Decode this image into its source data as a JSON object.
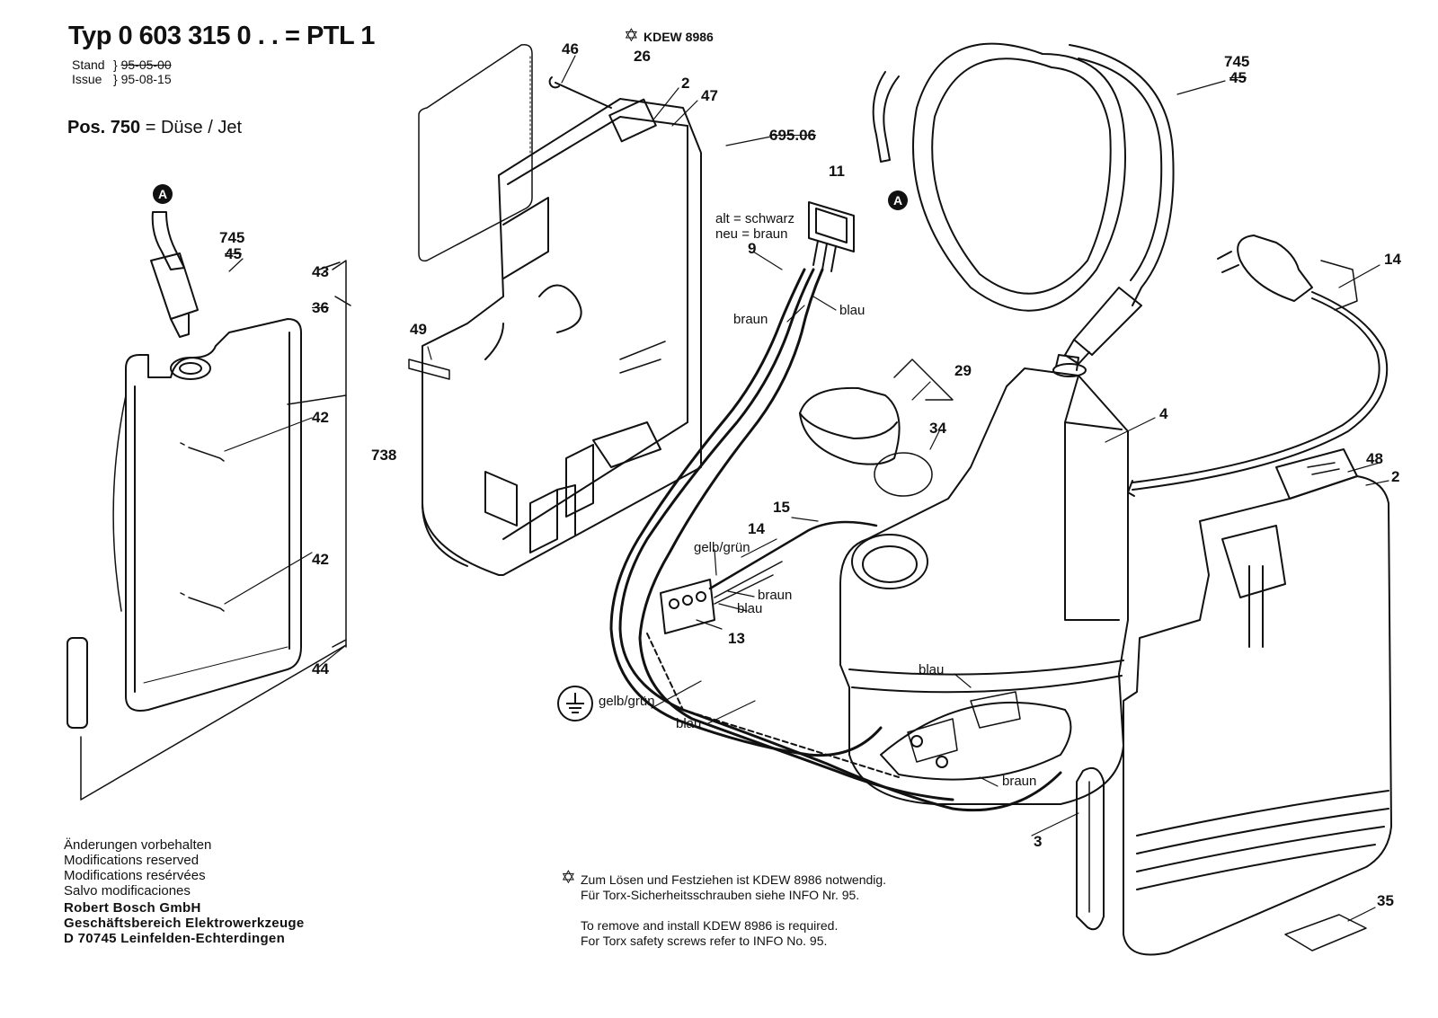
{
  "header": {
    "title": "Typ 0 603 315 0 . .  = PTL 1",
    "stand_label": "Stand",
    "stand_value": "95-05-00",
    "issue_label": "Issue",
    "issue_value": "95-08-15",
    "pos_label": "Pos. 750",
    "pos_value": "= Düse / Jet"
  },
  "callouts": {
    "n46": "46",
    "n26": "26",
    "n2a": "2",
    "n47": "47",
    "n69506": "695.06",
    "n11": "11",
    "n9": "9",
    "n745a": "745",
    "n45a": "45",
    "n745b": "745",
    "n45b": "45",
    "n14a": "14",
    "n43": "43",
    "n36": "36",
    "n42a": "42",
    "n738": "738",
    "n42b": "42",
    "n44": "44",
    "n49": "49",
    "n29": "29",
    "n34": "34",
    "n4": "4",
    "n15": "15",
    "n14b": "14",
    "n13": "13",
    "n48": "48",
    "n2b": "2",
    "n3": "3",
    "n35": "35",
    "markerA1": "A",
    "markerA2": "A"
  },
  "wires": {
    "alt": "alt = schwarz",
    "neu": "neu = braun",
    "braun1": "braun",
    "blau1": "blau",
    "gelbgruen1": "gelb/grün",
    "braun2": "braun",
    "blau2": "blau",
    "gelbgruen2": "gelb/grün",
    "blau3": "blau",
    "blau4": "blau",
    "braun3": "braun"
  },
  "tool": "KDEW 8986",
  "footer": {
    "modifications": [
      "Änderungen vorbehalten",
      "Modifications reserved",
      "Modifications resérvées",
      "Salvo modificaciones"
    ],
    "company": [
      "Robert Bosch GmbH",
      "Geschäftsbereich Elektrowerkzeuge",
      "D 70745 Leinfelden-Echterdingen"
    ],
    "note_de": [
      "Zum Lösen und Festziehen ist KDEW 8986 notwendig.",
      "Für Torx-Sicherheitsschrauben siehe INFO Nr. 95."
    ],
    "note_en": [
      "To remove and install KDEW 8986 is required.",
      "For Torx safety screws refer to INFO No. 95."
    ]
  },
  "colors": {
    "ink": "#111111",
    "paper": "#ffffff"
  }
}
